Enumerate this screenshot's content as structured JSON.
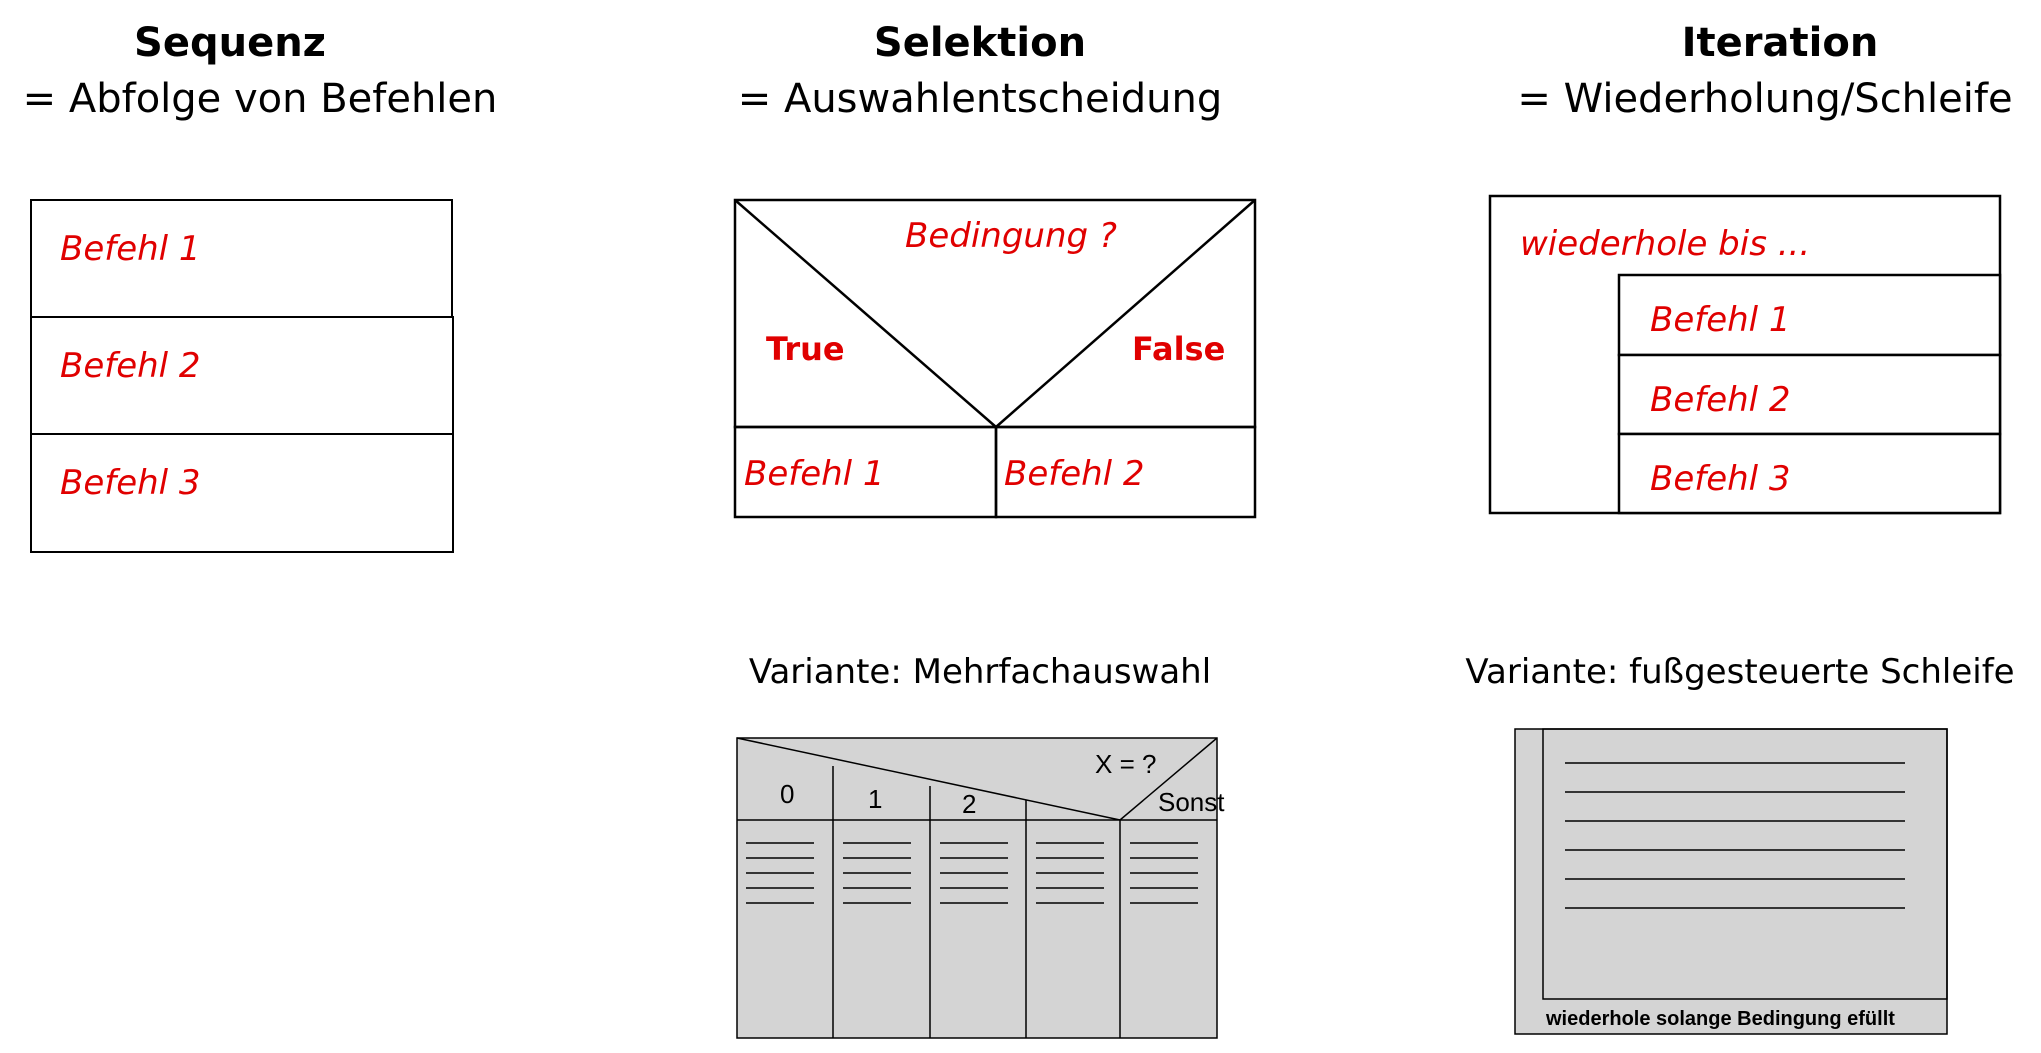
{
  "columns": {
    "sequence": {
      "title": "Sequenz",
      "subtitle": "= Abfolge von Befehlen"
    },
    "selection": {
      "title": "Selektion",
      "subtitle": "= Auswahlentscheidung"
    },
    "iteration": {
      "title": "Iteration",
      "subtitle": "= Wiederholung/Schleife"
    }
  },
  "sequence_diagram": {
    "steps": [
      "Befehl 1",
      "Befehl 2",
      "Befehl 3"
    ]
  },
  "selection_diagram": {
    "condition": "Bedingung ?",
    "true_label": "True",
    "false_label": "False",
    "true_command": "Befehl 1",
    "false_command": "Befehl 2"
  },
  "iteration_diagram": {
    "loop_header": "wiederhole bis ...",
    "commands": [
      "Befehl 1",
      "Befehl 2",
      "Befehl 3"
    ]
  },
  "variants": {
    "multiple_choice": {
      "caption": "Variante: Mehrfachauswahl",
      "condition": "X = ?",
      "cases": [
        "0",
        "1",
        "2",
        "",
        "Sonst"
      ]
    },
    "foot_controlled": {
      "caption": "Variante: fußgesteuerte Schleife",
      "footer": "wiederhole solange Bedingung efüllt"
    }
  },
  "colors": {
    "accent_red": "#e00000",
    "fill_gray": "#d4d4d4",
    "line": "#000000"
  }
}
